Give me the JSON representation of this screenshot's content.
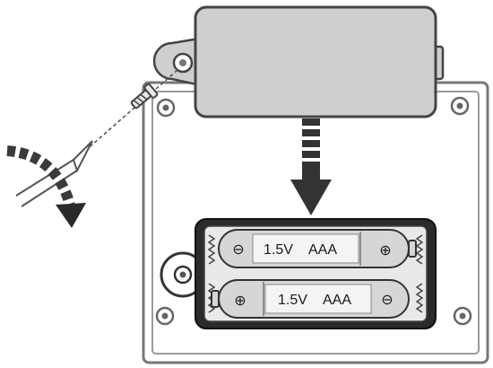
{
  "batteries": [
    {
      "voltage": "1.5V",
      "type": "AAA",
      "neg": "⊖",
      "pos": "⊕"
    },
    {
      "voltage": "1.5V",
      "type": "AAA",
      "neg": "⊖",
      "pos": "⊕"
    }
  ],
  "colors": {
    "line": "#444444",
    "cover": "#cfcfcf",
    "battery_body": "#d6d6d6",
    "battery_label": "#f4f4f4",
    "compartment": "#2b2b2b"
  }
}
